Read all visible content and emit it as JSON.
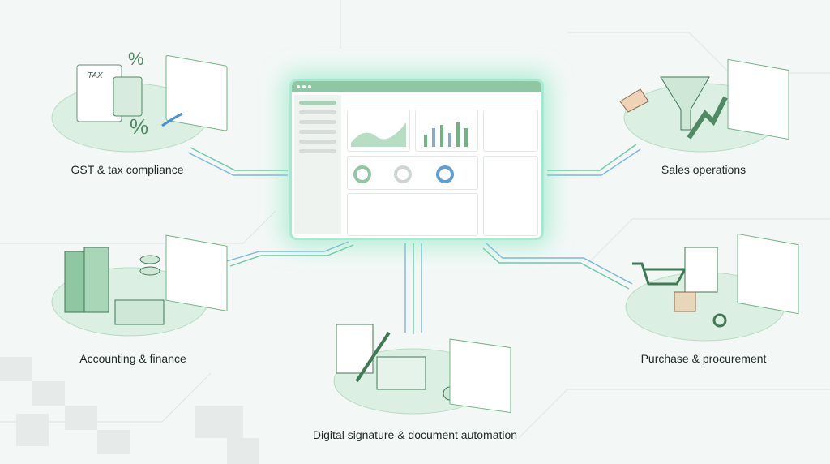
{
  "hub": {
    "name": "dashboard"
  },
  "nodes": [
    {
      "id": "gst",
      "label": "GST & tax compliance",
      "lettering": "TAX"
    },
    {
      "id": "accounting",
      "label": "Accounting & finance"
    },
    {
      "id": "digital",
      "label": "Digital signature & document automation"
    },
    {
      "id": "sales",
      "label": "Sales operations"
    },
    {
      "id": "purchase",
      "label": "Purchase & procurement"
    }
  ],
  "colors": {
    "accent": "#6fb584",
    "arrow_blue": "#4a90d9",
    "platform": "#dcefe3",
    "glow": "#9eeacf"
  }
}
